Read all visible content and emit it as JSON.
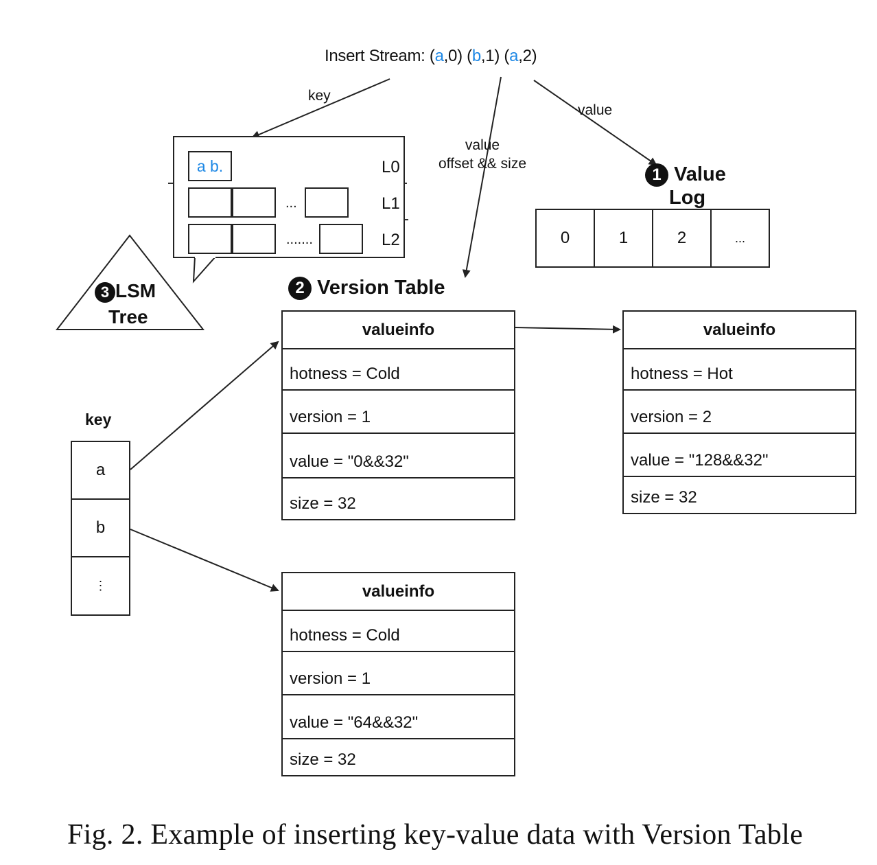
{
  "insert_stream": {
    "prefix": "Insert Stream: ",
    "pairs": [
      {
        "key": "a",
        "version": "0"
      },
      {
        "key": "b",
        "version": "1"
      },
      {
        "key": "a",
        "version": "2"
      }
    ]
  },
  "edges": {
    "key": "key",
    "value": "value",
    "value_offset_line1": "value",
    "value_offset_line2": "offset && size"
  },
  "lsm": {
    "l0_keys_a": "a",
    "l0_keys_b": "b.",
    "levels": [
      "L0",
      "L1",
      "L2"
    ],
    "l1_dots": "...",
    "l2_dots": ".......",
    "number": "3",
    "title_line1": "LSM",
    "title_line2": "Tree"
  },
  "value_log": {
    "number": "1",
    "title_line1": "Value",
    "title_line2": "Log",
    "cells": [
      "0",
      "1",
      "2",
      "..."
    ]
  },
  "version_table": {
    "number": "2",
    "title": "Version Table"
  },
  "key_column": {
    "header": "key",
    "cells": [
      "a",
      "b",
      "⋮"
    ]
  },
  "valueinfo_a1": {
    "header": "valueinfo",
    "hotness": "hotness = Cold",
    "version": "version = 1",
    "value": "value = \"0&&32\"",
    "size": "size = 32"
  },
  "valueinfo_a2": {
    "header": "valueinfo",
    "hotness": "hotness = Hot",
    "version": "version = 2",
    "value": "value = \"128&&32\"",
    "size": "size = 32"
  },
  "valueinfo_b1": {
    "header": "valueinfo",
    "hotness": "hotness = Cold",
    "version": "version = 1",
    "value": "value = \"64&&32\"",
    "size": "size = 32"
  },
  "caption": "Fig. 2.  Example of inserting key-value data with Version Table",
  "colors": {
    "key_highlight": "#1e88e5",
    "line": "#222222"
  }
}
